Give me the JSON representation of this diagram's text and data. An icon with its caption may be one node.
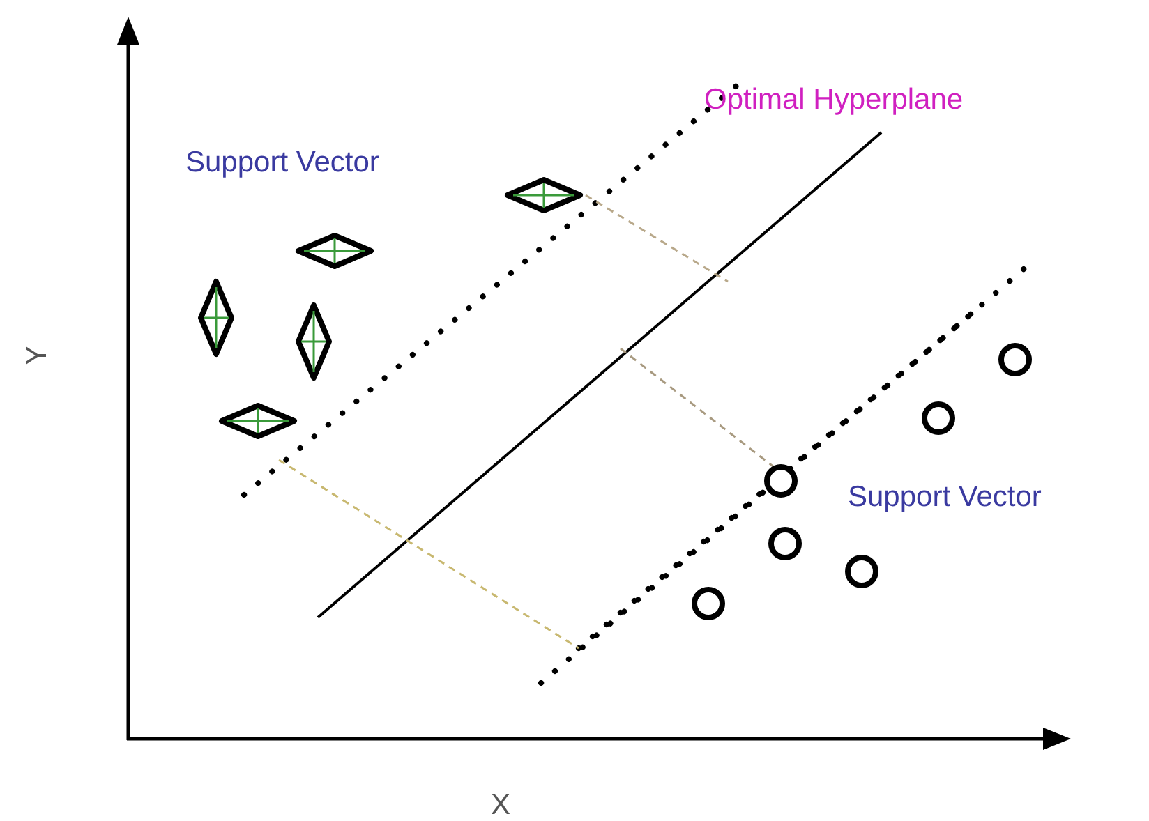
{
  "diagram": {
    "labels": [
      "Optimal Hyperplane",
      "Support Vector",
      "Y",
      "Support Vector",
      "X"
    ]
  }
}
